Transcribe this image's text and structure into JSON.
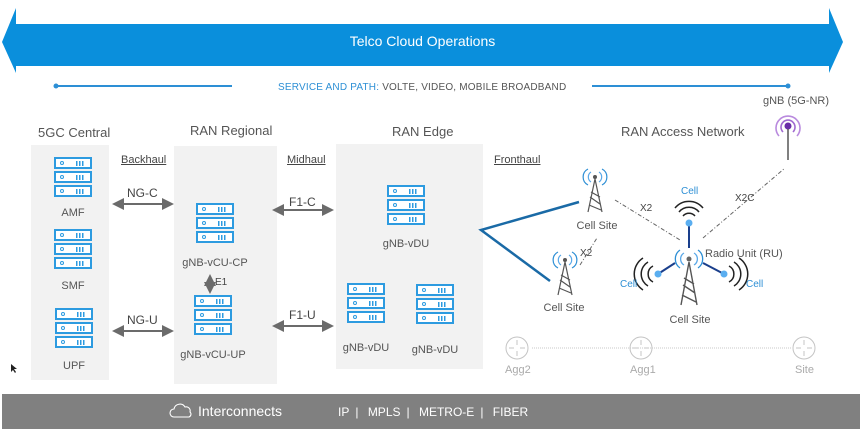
{
  "banner": {
    "title": "Telco Cloud Operations",
    "color": "#0a8fdc"
  },
  "service_path": {
    "label": "SERVICE AND PATH:",
    "value": "VOLTE, VIDEO, MOBILE BROADBAND"
  },
  "sections": {
    "core": "5GC Central",
    "regional": "RAN Regional",
    "edge": "RAN Edge",
    "access": "RAN Access Network"
  },
  "links": {
    "backhaul": "Backhaul",
    "midhaul": "Midhaul",
    "fronthaul": "Fronthaul"
  },
  "interfaces": {
    "ngc": "NG-C",
    "ngu": "NG-U",
    "f1c": "F1-C",
    "f1u": "F1-U",
    "e1": "E1",
    "x2a": "X2",
    "x2b": "X2",
    "x2c": "X2C"
  },
  "nodes": {
    "amf": "AMF",
    "smf": "SMF",
    "upf": "UPF",
    "vcu_cp": "gNB-vCU-CP",
    "vcu_up": "gNB-vCU-UP",
    "vdu_main": "gNB-vDU",
    "vdu_a": "gNB-vDU",
    "vdu_b": "gNB-vDU",
    "cell_site_top": "Cell Site",
    "cell_site_bottom": "Cell Site",
    "cell_site_ru": "Cell Site",
    "radio_unit": "Radio Unit (RU)",
    "gnb": "gNB (5G-NR)",
    "cell_top": "Cell",
    "cell_left": "Cell",
    "cell_right": "Cell",
    "agg2": "Agg2",
    "agg1": "Agg1",
    "site": "Site"
  },
  "footer": {
    "title": "Interconnects",
    "items": [
      "IP",
      "MPLS",
      "METRO-E",
      "FIBER"
    ]
  },
  "colors": {
    "server": "#2d9be0",
    "fronthaul_line": "#1a6aa6",
    "gnb": "#7b3fb5",
    "cell": "#2d8fd5",
    "footer_bg": "#808080",
    "panel_bg": "#f2f2f2"
  }
}
